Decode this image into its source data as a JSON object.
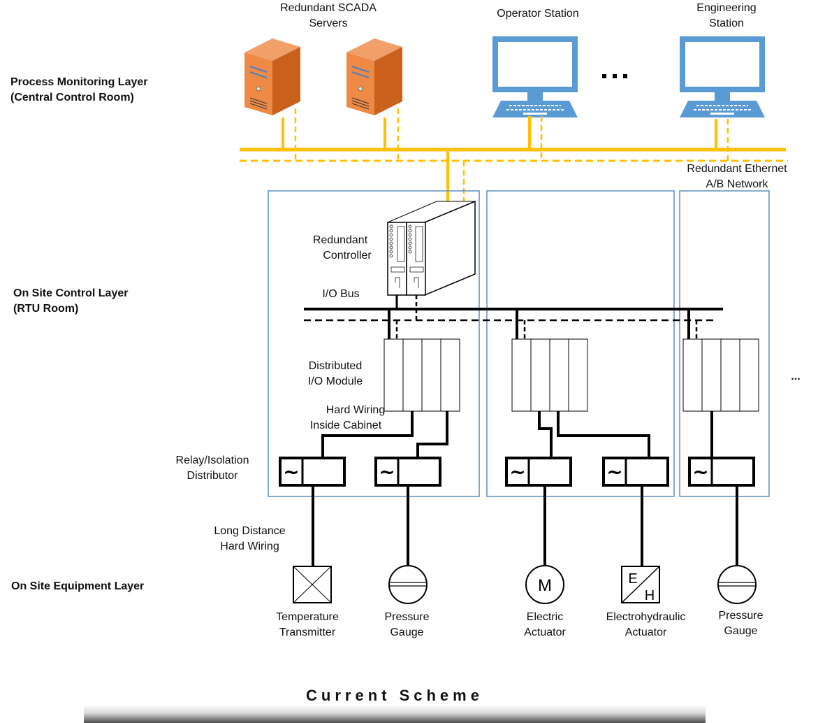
{
  "colors": {
    "network": "#FFC000",
    "cabinet_border": "#5B8DC2",
    "monitor_blue": "#5B9BD5",
    "server_orange": "#E07A34",
    "wire": "#000000"
  },
  "layers": {
    "monitoring": [
      "Process Monitoring Layer",
      "(Central Control Room)"
    ],
    "control": [
      "On Site Control Layer",
      "(RTU Room)"
    ],
    "equipment": "On Site Equipment Layer"
  },
  "monitoring_nodes": {
    "servers": [
      "Redundant SCADA",
      "Servers"
    ],
    "operator": "Operator Station",
    "engineering": [
      "Engineering",
      "Station"
    ],
    "ellipsis": "..."
  },
  "network": [
    "Redundant Ethernet",
    "A/B Network"
  ],
  "control_labels": {
    "controller": [
      "Redundant",
      "Controller"
    ],
    "io_bus": "I/O Bus",
    "io_module": [
      "Distributed",
      "I/O Module"
    ],
    "inside_wiring": [
      "Hard Wiring",
      "Inside Cabinet"
    ],
    "relay": [
      "Relay/Isolation",
      "Distributor"
    ],
    "long_wiring": [
      "Long Distance",
      "Hard Wiring"
    ],
    "more_cabinets": "..."
  },
  "equipment": [
    {
      "symbol": "cross-box",
      "label": [
        "Temperature",
        "Transmitter"
      ]
    },
    {
      "symbol": "gauge",
      "label": [
        "Pressure",
        "Gauge"
      ]
    },
    {
      "symbol": "motor",
      "letter": "M",
      "label": [
        "Electric",
        "Actuator"
      ]
    },
    {
      "symbol": "eh-box",
      "letters": [
        "E",
        "H"
      ],
      "label": [
        "Electrohydraulic",
        "Actuator"
      ]
    },
    {
      "symbol": "gauge",
      "label": [
        "Pressure",
        "Gauge"
      ]
    }
  ],
  "relay_symbol": "~",
  "footer": "Current Scheme"
}
